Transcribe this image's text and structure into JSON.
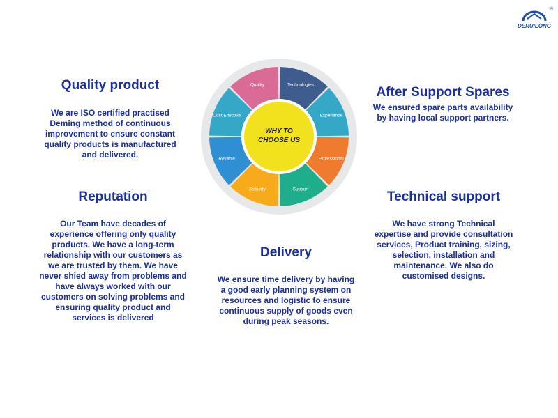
{
  "logo": {
    "text": "DERUILONG",
    "registered": "®"
  },
  "wheel": {
    "center_line1": "WHY TO",
    "center_line2": "CHOOSE US",
    "segments": [
      {
        "label": "Technologies",
        "color": "#3e5d8e"
      },
      {
        "label": "Experience",
        "color": "#35a7c7"
      },
      {
        "label": "Professional",
        "color": "#ee7b2e"
      },
      {
        "label": "Support",
        "color": "#1fae8b"
      },
      {
        "label": "Security",
        "color": "#f7ab1b"
      },
      {
        "label": "Reliable",
        "color": "#2f8fd2"
      },
      {
        "label": "Cost Effective",
        "color": "#35a7c7"
      },
      {
        "label": "Quality",
        "color": "#da6b96"
      }
    ],
    "center_color": "#f2e21e",
    "ring_color": "#e6e8ea"
  },
  "sections": {
    "quality": {
      "title": "Quality product",
      "lines": [
        "We are ISO certified practised",
        "Deming method of continuous",
        "improvement to ensure constant",
        "quality products is manufactured",
        "and delivered."
      ]
    },
    "after_support": {
      "title": "After Support Spares",
      "lines": [
        "We ensured spare parts availability",
        "by having local support partners."
      ]
    },
    "reputation": {
      "title": "Reputation",
      "lines": [
        "Our Team have decades of",
        "experience offering only quality",
        "products.  We have a long-term",
        "relationship with our customers as",
        "we are trusted by them.  We have",
        "never shied away from problems and",
        "have always worked with our",
        "customers on solving problems and",
        "ensuring quality product and",
        "services is delivered"
      ]
    },
    "technical": {
      "title": "Technical support",
      "lines": [
        "We have strong Technical",
        "expertise and provide consultation",
        "services, Product training, sizing,",
        "selection, installation and",
        "maintenance. We also do",
        "customised designs."
      ]
    },
    "delivery": {
      "title": "Delivery",
      "lines": [
        "We ensure time delivery by having",
        "a good early planning system on",
        "resources and logistic to ensure",
        "continuous supply of goods even",
        "during peak seasons."
      ]
    }
  },
  "colors": {
    "text": "#1a2f9c"
  }
}
